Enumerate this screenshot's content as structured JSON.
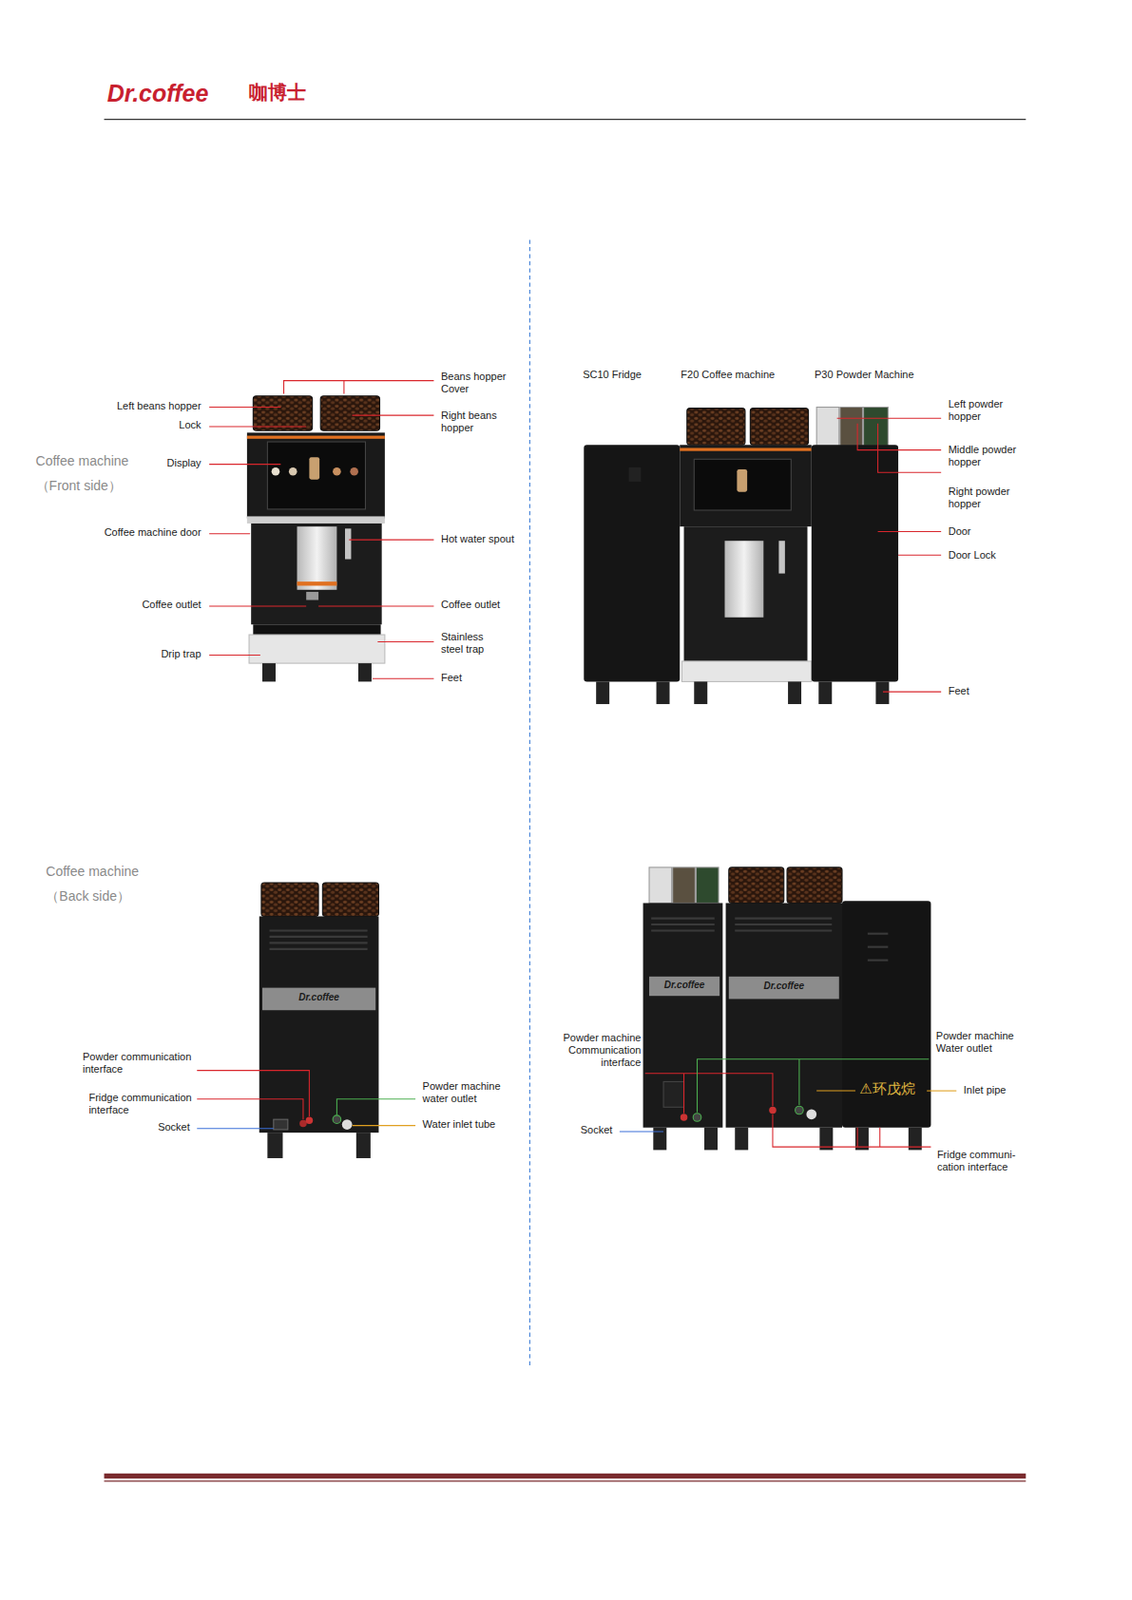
{
  "diagram": {
    "labels": [
      "Dr.coffee",
      "咖博士",
      "Beans hopper Cover",
      "Left beans hopper",
      "Right beans hopper",
      "Lock",
      "Coffee machine",
      "（Front side）",
      "Display",
      "Coffee machine door",
      "Hot water spout",
      "Coffee outlet",
      "Coffee outlet",
      "Stainless steel trap",
      "Drip trap",
      "Feet",
      "SC10 Fridge",
      "F20 Coffee machine",
      "P30 Powder Machine",
      "Left powder hopper",
      "Middle powder hopper",
      "Right powder hopper",
      "Door",
      "Door Lock",
      "Feet",
      "Coffee machine",
      "（Back side）",
      "Dr.coffee",
      "Powder communication interface",
      "Powder machine water outlet",
      "Fridge communication interface",
      "Socket",
      "Water inlet tube",
      "Dr.coffee",
      "Dr.coffee",
      "Powder machine Communication interface",
      "Powder machine Water outlet",
      "⚠环戊烷",
      "Inlet pipe",
      "Socket",
      "Fridge communi- cation interface"
    ]
  }
}
